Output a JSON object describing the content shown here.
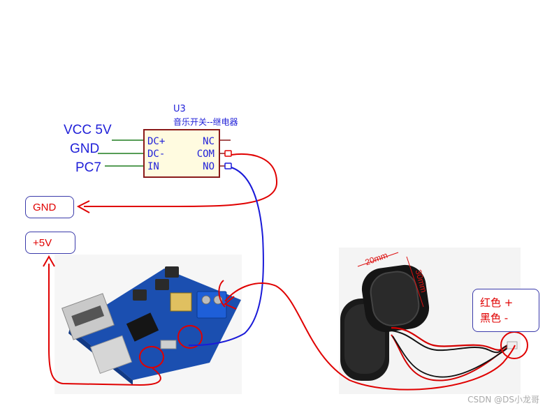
{
  "schematic": {
    "ref": "U3",
    "value": "音乐开关--继电器",
    "net_labels": {
      "vcc": "VCC 5V",
      "gnd": "GND",
      "pc7": "PC7"
    },
    "left_pins": [
      "DC+",
      "DC-",
      "IN"
    ],
    "right_pins": [
      "NC",
      "COM",
      "NO"
    ]
  },
  "callouts": {
    "gnd_box": "GND",
    "vcc_box": "+5V"
  },
  "speaker": {
    "dim_width": "20mm",
    "dim_height": "30mm",
    "legend_red": "红色 +",
    "legend_black": "黑色 -"
  },
  "watermark": "CSDN @DS小龙哥",
  "colors": {
    "net_blue": "#1f1fd8",
    "wire_red": "#e00000",
    "wire_blue": "#1a1ad8",
    "pcb_blue": "#1b4fb0",
    "wire_green": "#1e7d1e"
  }
}
